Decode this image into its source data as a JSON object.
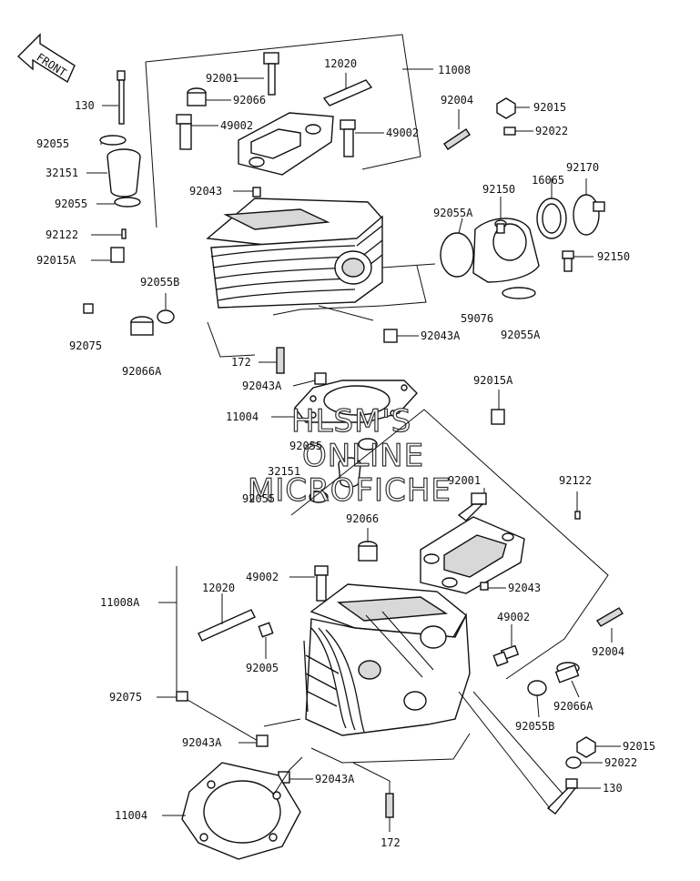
{
  "front_arrow": {
    "label": "FRONT"
  },
  "watermark": {
    "line1": "HLSM'S",
    "line2": "ONLINE",
    "line3": "MICROFICHE"
  },
  "labels": {
    "top": {
      "p11008": "11008",
      "p12020": "12020",
      "p92001": "92001",
      "p92066": "92066",
      "p49002a": "49002",
      "p49002b": "49002",
      "p92004": "92004",
      "p92015": "92015",
      "p92022": "92022",
      "p130": "130",
      "p92055_1": "92055",
      "p32151": "32151",
      "p92055_2": "92055",
      "p92043": "92043",
      "p92150_1": "92150",
      "p16065": "16065",
      "p92170": "92170",
      "p92055A_1": "92055A",
      "p92122": "92122",
      "p92015A": "92015A",
      "p92150_2": "92150",
      "p92055B": "92055B",
      "p59076": "59076",
      "p92055A_2": "92055A",
      "p92075": "92075",
      "p92066A": "92066A",
      "p92043A_1": "92043A",
      "p172": "172",
      "p92043A_2": "92043A",
      "p11004": "11004",
      "p92055_3": "92055",
      "p32151b": "32151",
      "p92055_4": "92055"
    },
    "bottom": {
      "p92015A": "92015A",
      "p92001": "92001",
      "p92122": "92122",
      "p92066": "92066",
      "p49002a": "49002",
      "p11008A": "11008A",
      "p12020": "12020",
      "p92043": "92043",
      "p49002b": "49002",
      "p92005": "92005",
      "p92004": "92004",
      "p92075": "92075",
      "p92066A": "92066A",
      "p92055B": "92055B",
      "p92043A_1": "92043A",
      "p92015": "92015",
      "p92022": "92022",
      "p92043A_2": "92043A",
      "p130": "130",
      "p11004": "11004",
      "p172": "172"
    }
  }
}
